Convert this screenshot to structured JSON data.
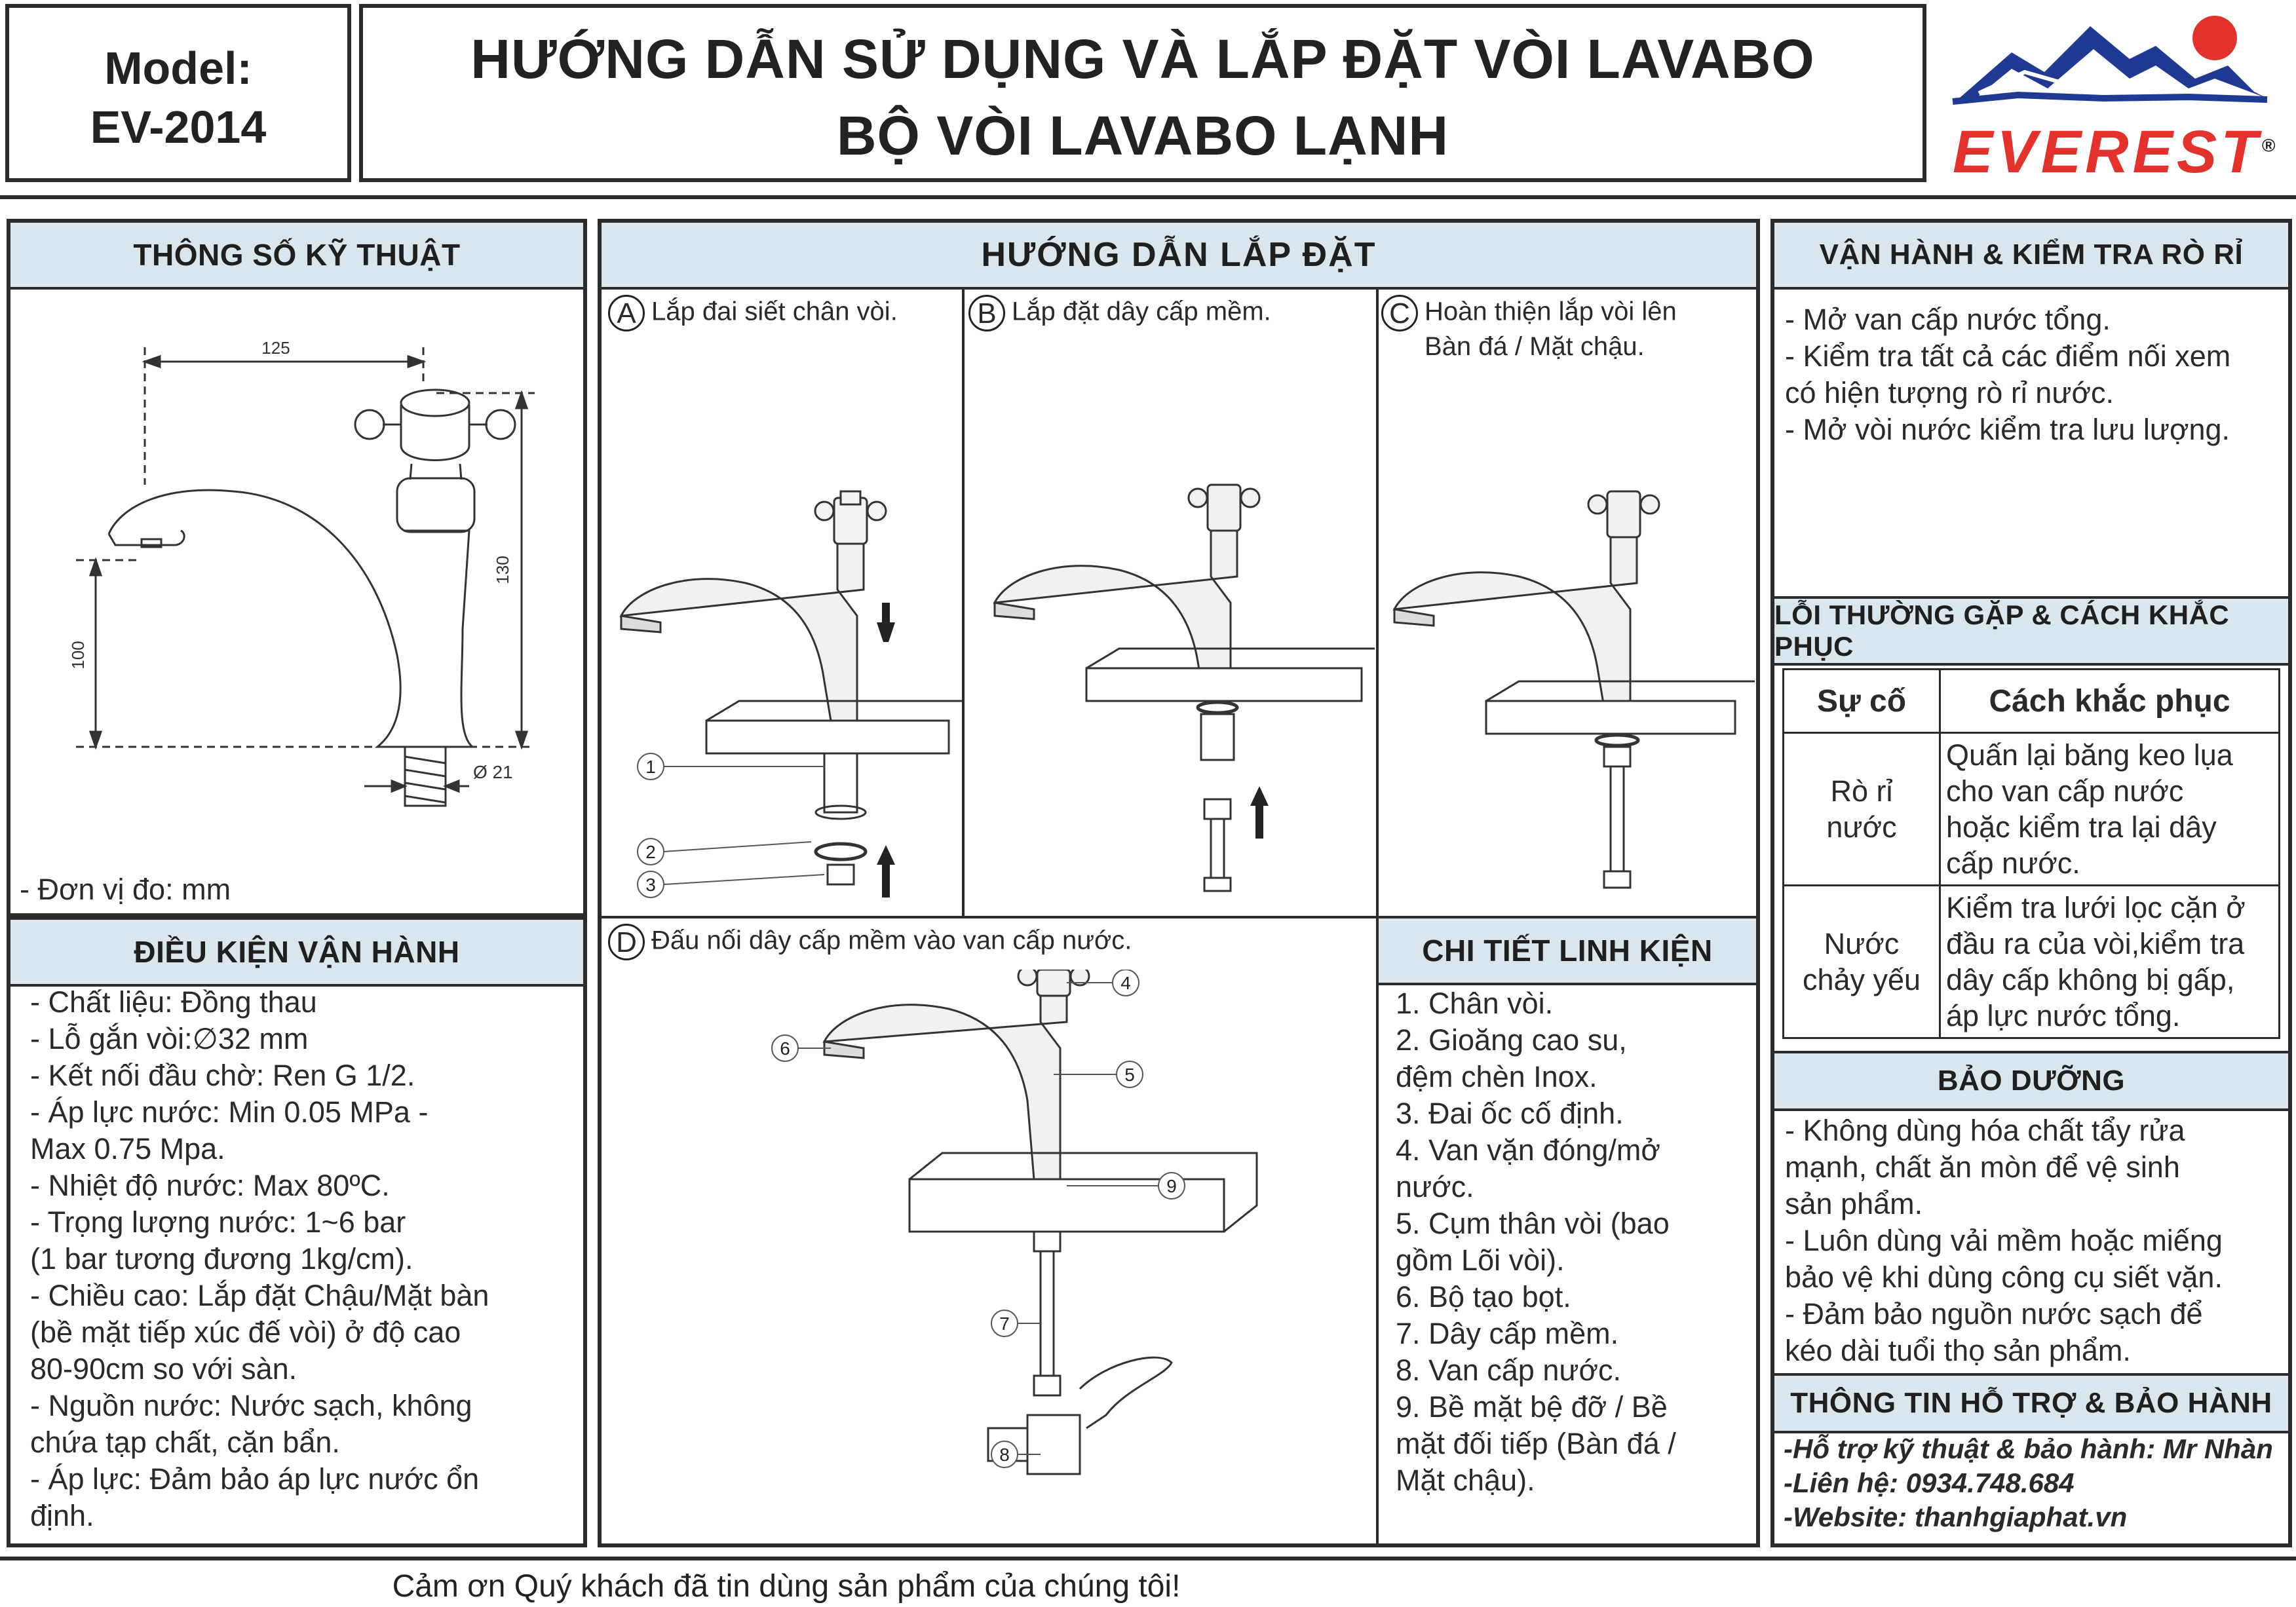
{
  "header": {
    "model_label": "Model:",
    "model_value": "EV-2014",
    "title_line1": "HƯỚNG DẪN SỬ DỤNG VÀ LẮP ĐẶT VÒI LAVABO",
    "title_line2": "BỘ VÒI LAVABO LẠNH",
    "brand": "EVEREST",
    "brand_mark": "®"
  },
  "specs": {
    "title": "THÔNG SỐ KỸ THUẬT",
    "dim_width": "125",
    "dim_total_height": "130",
    "dim_spout_height": "100",
    "dim_diameter": "Ø 21",
    "unit_note": "- Đơn vị đo: mm"
  },
  "conditions": {
    "title": "ĐIỀU KIỆN VẬN HÀNH",
    "lines": [
      "- Chất liệu: Đồng thau",
      "- Lỗ gắn vòi:∅32 mm",
      "- Kết nối đầu chờ: Ren G 1/2.",
      "- Áp lực nước: Min 0.05 MPa -",
      "Max 0.75 Mpa.",
      "- Nhiệt độ nước: Max 80ºC.",
      "- Trọng lượng nước: 1~6 bar",
      "(1 bar tương đương 1kg/cm).",
      "- Chiều cao: Lắp đặt Chậu/Mặt bàn",
      "(bề mặt tiếp xúc đế vòi) ở độ cao",
      "80-90cm so với sàn.",
      "- Nguồn nước: Nước sạch, không",
      "chứa tạp chất, cặn bẩn.",
      "- Áp lực: Đảm bảo áp lực nước ổn",
      "định."
    ]
  },
  "install": {
    "title": "HƯỚNG DẪN LẮP ĐẶT",
    "steps": [
      {
        "letter": "A",
        "text": "Lắp đai siết chân vòi."
      },
      {
        "letter": "B",
        "text": "Lắp đặt dây cấp mềm."
      },
      {
        "letter": "C",
        "text": "Hoàn thiện lắp vòi lên",
        "text2": "Bàn đá / Mặt chậu."
      },
      {
        "letter": "D",
        "text": "Đấu nối dây cấp mềm vào van cấp nước."
      }
    ],
    "callouts": [
      "1",
      "2",
      "3",
      "4",
      "5",
      "6",
      "7",
      "8",
      "9"
    ]
  },
  "parts": {
    "title": "CHI TIẾT LINH KIỆN",
    "lines": [
      "1. Chân vòi.",
      "2. Gioăng cao su,",
      "đệm chèn Inox.",
      "3. Đai ốc cố định.",
      "4. Van vặn đóng/mở",
      "nước.",
      "5. Cụm thân vòi (bao",
      "gồm Lõi vòi).",
      "6. Bộ tạo bọt.",
      "7. Dây cấp mềm.",
      "8. Van cấp nước.",
      "9. Bề mặt bệ đỡ / Bề",
      "mặt đối tiếp (Bàn đá /",
      "Mặt chậu)."
    ]
  },
  "operation": {
    "title": "VẬN HÀNH & KIỂM TRA RÒ RỈ",
    "lines": [
      "- Mở van cấp nước tổng.",
      "- Kiểm tra tất cả các điểm nối xem",
      "có hiện tượng rò rỉ nước.",
      "- Mở vòi nước kiểm tra lưu lượng."
    ]
  },
  "troubleshoot": {
    "title": "LỖI THƯỜNG GẶP & CÁCH KHẮC PHỤC",
    "col1": "Sự cố",
    "col2": "Cách khắc phục",
    "rows": [
      {
        "issue_l1": "Rò rỉ",
        "issue_l2": "nước",
        "fix": [
          "Quấn lại băng keo lụa",
          "cho van cấp nước",
          "hoặc kiểm tra lại dây",
          "cấp nước."
        ]
      },
      {
        "issue_l1": "Nước",
        "issue_l2": "chảy yếu",
        "fix": [
          "Kiểm tra lưới lọc cặn ở",
          "đầu ra của vòi,kiểm tra",
          "dây cấp không bị gấp,",
          "áp lực nước tổng."
        ]
      }
    ]
  },
  "maintenance": {
    "title": "BẢO DƯỠNG",
    "lines": [
      "- Không dùng hóa chất tẩy rửa",
      "mạnh, chất ăn mòn để vệ sinh",
      "sản phẩm.",
      "- Luôn dùng vải mềm hoặc miếng",
      "bảo vệ khi dùng công cụ siết vặn.",
      "- Đảm bảo nguồn nước sạch để",
      "kéo dài tuổi thọ sản phẩm."
    ]
  },
  "support": {
    "title": "THÔNG TIN HỖ TRỢ & BẢO HÀNH",
    "lines": [
      "-Hỗ trợ kỹ thuật & bảo hành: Mr Nhàn",
      "-Liên hệ: 0934.748.684",
      "-Website: thanhgiaphat.vn"
    ]
  },
  "footer": "Cảm ơn Quý khách đã tin dùng sản phẩm của chúng tôi!"
}
